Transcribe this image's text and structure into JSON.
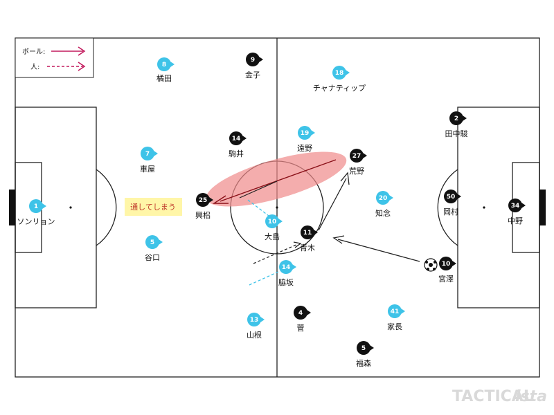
{
  "colors": {
    "team_home": "#3ec3e8",
    "team_away": "#111111",
    "ball_arrow": "#c2185b",
    "line": "#222222",
    "highlight": "#f08a8a",
    "note_bg": "#fff6a8"
  },
  "legend": {
    "ball_label": "ボール:",
    "person_label": "人:"
  },
  "note": {
    "text": "通してしまう"
  },
  "watermark": {
    "main": "TACTICAL",
    "suffix": "ista"
  },
  "players_home": [
    {
      "num": "1",
      "name": "ソンリョン"
    },
    {
      "num": "8",
      "name": "橘田"
    },
    {
      "num": "7",
      "name": "車屋"
    },
    {
      "num": "5",
      "name": "谷口"
    },
    {
      "num": "18",
      "name": "チャナティップ"
    },
    {
      "num": "19",
      "name": "遠野"
    },
    {
      "num": "10",
      "name": "大島"
    },
    {
      "num": "14",
      "name": "脇坂"
    },
    {
      "num": "13",
      "name": "山根"
    },
    {
      "num": "20",
      "name": "知念"
    },
    {
      "num": "41",
      "name": "家長"
    }
  ],
  "players_away": [
    {
      "num": "9",
      "name": "金子"
    },
    {
      "num": "14",
      "name": "駒井"
    },
    {
      "num": "25",
      "name": "興梠"
    },
    {
      "num": "27",
      "name": "荒野"
    },
    {
      "num": "11",
      "name": "青木"
    },
    {
      "num": "4",
      "name": "菅"
    },
    {
      "num": "5",
      "name": "福森"
    },
    {
      "num": "2",
      "name": "田中駿"
    },
    {
      "num": "50",
      "name": "岡村"
    },
    {
      "num": "34",
      "name": "中野"
    },
    {
      "num": "10",
      "name": "宮澤"
    }
  ]
}
